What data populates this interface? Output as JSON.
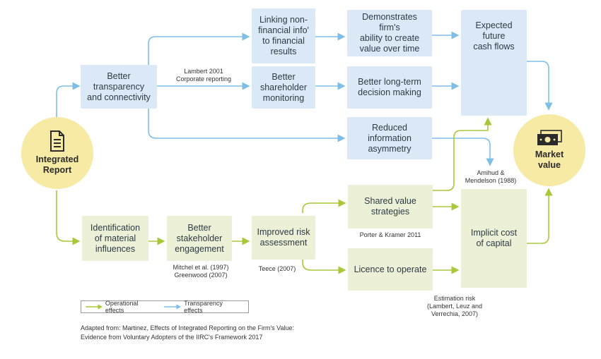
{
  "nodes": {
    "integrated_report": "Integrated\nReport",
    "market_value": "Market\nvalue",
    "better_transparency": "Better transparency\nand connectivity",
    "linking_info": "Linking non-\nfinancial info'\nto financial\nresults",
    "better_shareholder": "Better\nshareholder\nmonitoring",
    "demonstrates": "Demonstrates firm's\nability to create\nvalue over time",
    "long_term": "Better long-term\ndecision making",
    "reduced_info": "Reduced information\nasymmetry",
    "expected_cash": "Expected future\ncash flows",
    "identification": "Identification\nof material\ninfluences",
    "stakeholder": "Better\nstakeholder\nengagement",
    "risk": "Improved risk\nassessment",
    "shared_value": "Shared value\nstrategies",
    "licence": "Licence to operate",
    "implicit_cost": "Implicit cost\nof capital"
  },
  "notes": {
    "lambert": "Lambert 2001\nCorporate reporting",
    "amihud": "Amihud &\nMendelson (1988)",
    "porter": "Porter & Kramer 2011",
    "mitchel": "Mitchel et al. (1997)\nGreenwood (2007)",
    "teece": "Teece (2007)",
    "estimation": "Estimation risk\n(Lambert, Leuz and\nVerrechia, 2007)"
  },
  "legend": {
    "operational": "Operational effects",
    "transparency": "Transparency effects"
  },
  "footer": "Adapted from: Martinez, Effects of Integrated Reporting on the Firm's Value:\nEvidence from Voluntary Adopters of the IIRC's Framework 2017",
  "colors": {
    "blue_arrow": "#7fbfe6",
    "green_arrow": "#a8c83a",
    "blue_box": "#dbe9f6",
    "green_box": "#ebf0d6",
    "circle": "#f7eaa4"
  }
}
